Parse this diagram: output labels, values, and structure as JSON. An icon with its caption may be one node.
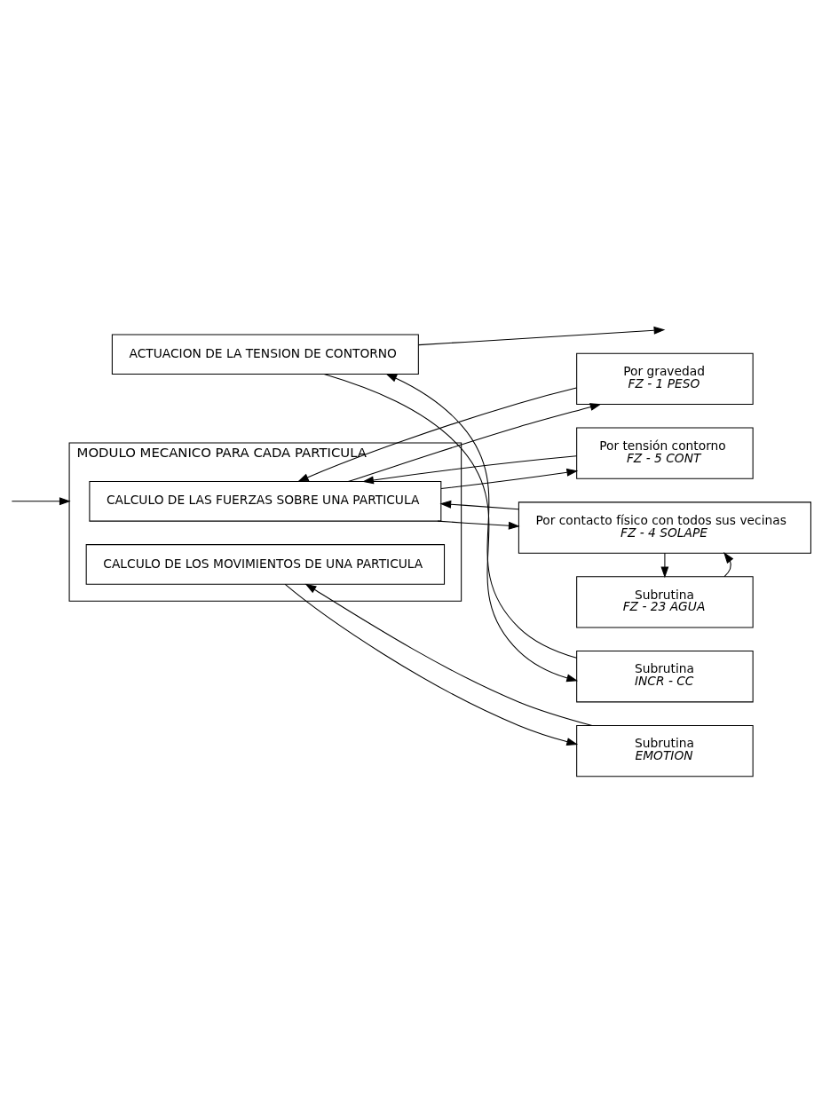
{
  "diagram": {
    "nodes": [
      {
        "text": [
          "MODULO MECANICO PARA CADA PARTICULA"
        ]
      },
      {
        "text": [
          "CALCULO DE LAS FUERZAS SOBRE UNA PARTICULA"
        ],
        "in": 0
      },
      {
        "text": [
          "CALCULO DE LOS MOVIMIENTOS DE UNA PARTICULA"
        ],
        "in": 0
      },
      {
        "text": [
          "ACTUACION DE LA TENSION DE CONTORNO"
        ]
      },
      {
        "text": [
          "Por gravedad",
          "FZ - 1 PESO"
        ]
      },
      {
        "text": [
          "Por tensión contorno",
          "FZ - 5 CONT"
        ]
      },
      {
        "text": [
          "Por contacto físico con todos sus vecinas",
          "FZ - 4 SOLAPE"
        ]
      },
      {
        "text": [
          "Subrutina",
          "FZ - 23 AGUA"
        ]
      },
      {
        "text": [
          "Subrutina",
          "EMOTION"
        ]
      },
      {
        "text": [
          "Subrutina",
          "INCR - CC"
        ]
      }
    ],
    "edges": [
      {
        "from": null,
        "to": 0,
        "arrow": "to"
      },
      {
        "from": 1,
        "to": 4,
        "arrow": "to"
      },
      {
        "from": 4,
        "to": 1,
        "arrow": "to"
      },
      {
        "from": 1,
        "to": 5,
        "arrow": "to"
      },
      {
        "from": 5,
        "to": 1,
        "arrow": "to"
      },
      {
        "from": 1,
        "to": 6,
        "arrow": "to"
      },
      {
        "from": 6,
        "to": 1,
        "arrow": "to"
      },
      {
        "from": 7,
        "to": 6,
        "arrow": "to"
      },
      {
        "from": 6,
        "to": 7,
        "arrow": "to"
      },
      {
        "from": 2,
        "to": 8,
        "arrow": "to"
      },
      {
        "from": 8,
        "to": 2,
        "arrow": "to"
      },
      {
        "from": 3,
        "to": 9,
        "arrow": "to"
      },
      {
        "from": 9,
        "to": 3,
        "arrow": "to"
      },
      {
        "from": 3,
        "to": null,
        "arrow": "to"
      }
    ]
  }
}
